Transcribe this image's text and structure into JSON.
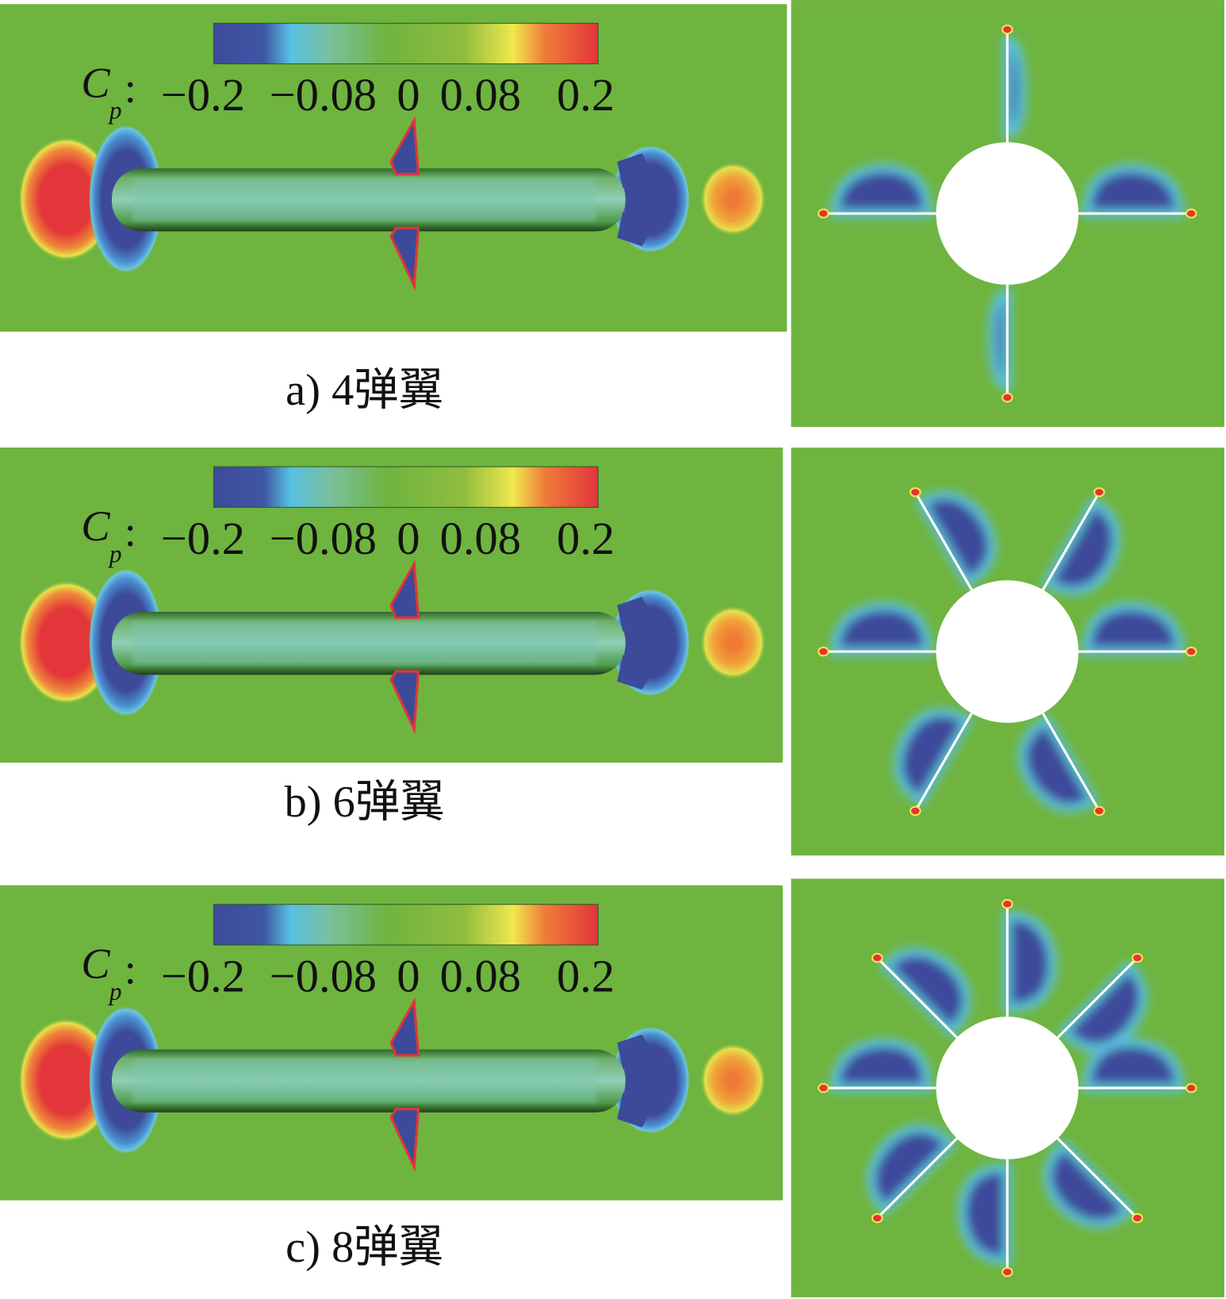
{
  "colorbar": {
    "symbol": "C",
    "subscript": "p",
    "colon": ":",
    "ticks": [
      "−0.2",
      "−0.08",
      "0",
      "0.08",
      "0.2"
    ],
    "range": [
      -0.2,
      0.2
    ],
    "colors": [
      "#3d4a9a",
      "#4f9fd8",
      "#5ec8e0",
      "#76bb72",
      "#6fb43f",
      "#9cc23e",
      "#f0e64a",
      "#ee7b3a",
      "#e2343a"
    ]
  },
  "background_color": "#6fb43f",
  "panels": [
    {
      "caption": "a) 4弹翼",
      "fin_count": 4
    },
    {
      "caption": "b) 6弹翼",
      "fin_count": 6
    },
    {
      "caption": "c) 8弹翼",
      "fin_count": 8
    }
  ]
}
